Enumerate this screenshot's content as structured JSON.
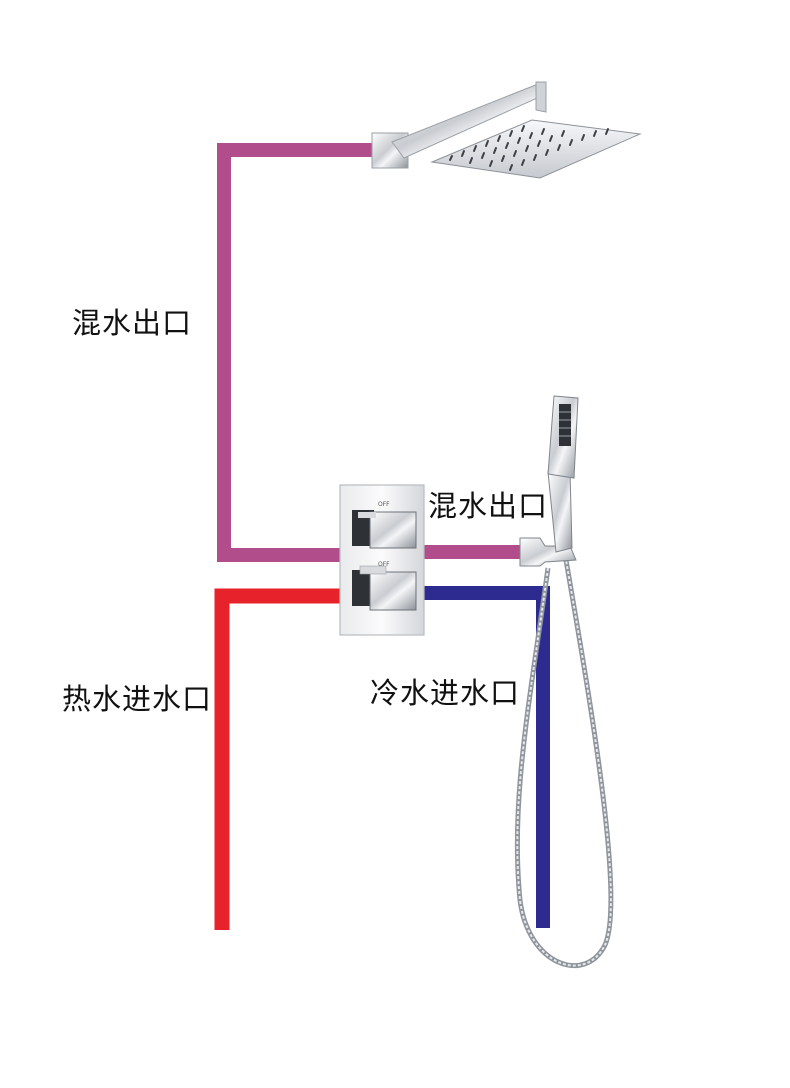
{
  "labels": {
    "mixed_outlet_top": "混水出口",
    "mixed_outlet_hand": "混水出口",
    "hot_inlet": "热水进水口",
    "cold_inlet": "冷水进水口"
  },
  "pipe_colors": {
    "mixed": "#b04d8a",
    "hot": "#e7222b",
    "cold": "#2d2b8f"
  },
  "valve": {
    "off_marks": [
      "OFF",
      "OFF"
    ]
  }
}
